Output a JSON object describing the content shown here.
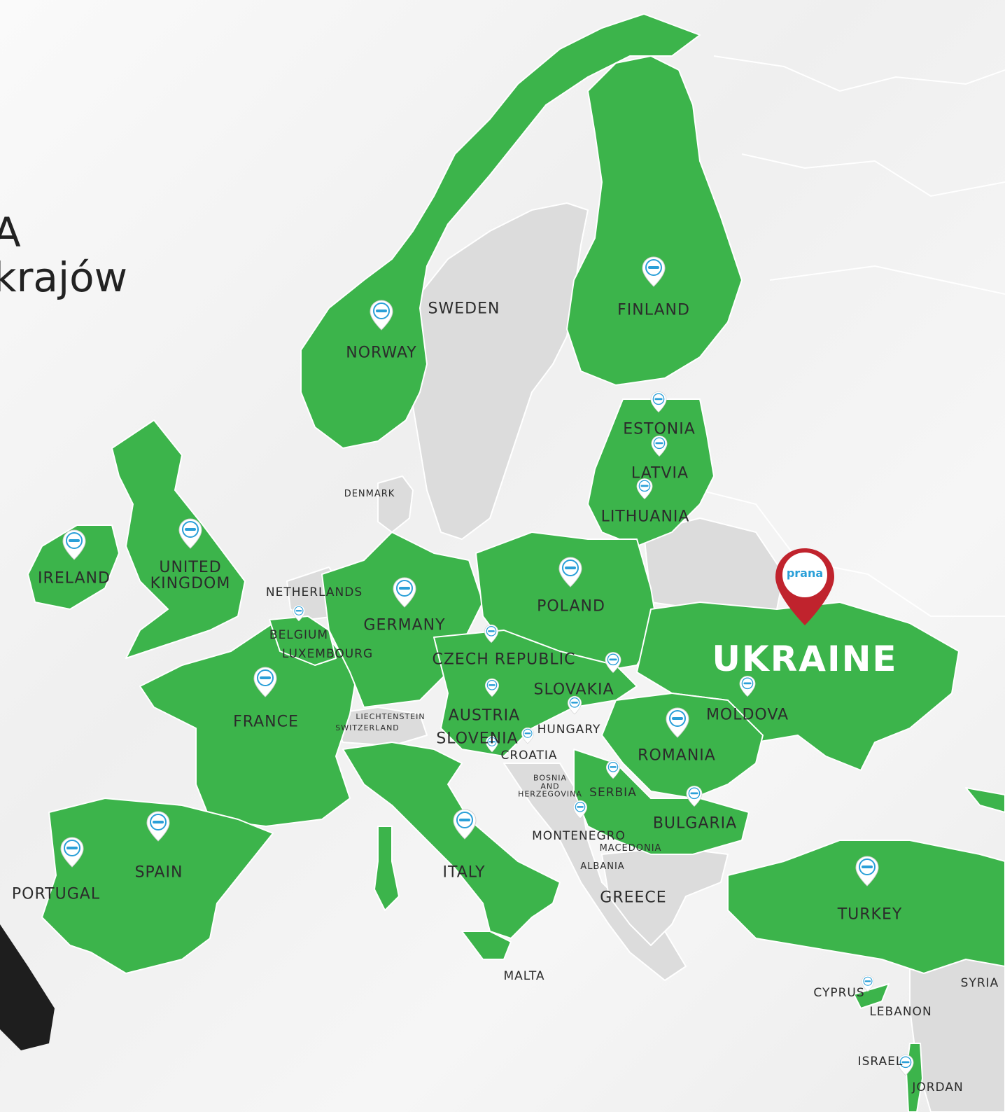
{
  "headline": {
    "line1": "A",
    "line2": "krajów"
  },
  "colors": {
    "green": "#3cb44b",
    "grey_land": "#dcdcdc",
    "pin_blue": "#2a9fd8",
    "pin_red": "#c0232d"
  },
  "brand": {
    "pin_text": "prana"
  },
  "countries": {
    "sweden": "SWEDEN",
    "finland": "FINLAND",
    "norway": "NORWAY",
    "estonia": "ESTONIA",
    "latvia": "LATVIA",
    "lithuania": "LITHUANIA",
    "denmark": "DENMARK",
    "ireland": "IRELAND",
    "uk_1": "UNITED",
    "uk_2": "KINGDOM",
    "netherlands": "NETHERLANDS",
    "germany": "GERMANY",
    "poland": "POLAND",
    "ukraine": "UKRAINE",
    "belgium": "BELGIUM",
    "luxembourg": "LUXEMBOURG",
    "czech": "CZECH REPUBLIC",
    "slovakia": "SLOVAKIA",
    "france": "FRANCE",
    "liechtenstein": "LIECHTENSTEIN",
    "switzerland": "SWITZERLAND",
    "austria": "AUSTRIA",
    "hungary": "HUNGARY",
    "moldova": "MOLDOVA",
    "slovenia": "SLOVENIA",
    "croatia": "CROATIA",
    "romania": "ROMANIA",
    "bosnia_1": "BOSNIA",
    "bosnia_2": "AND",
    "bosnia_3": "HERZEGOVINA",
    "serbia": "SERBIA",
    "bulgaria": "BULGARIA",
    "montenegro": "MONTENEGRO",
    "macedonia": "MACEDONIA",
    "albania": "ALBANIA",
    "spain": "SPAIN",
    "portugal": "PORTUGAL",
    "italy": "ITALY",
    "greece": "GREECE",
    "turkey": "TURKEY",
    "malta": "MALTA",
    "cyprus": "CYPRUS",
    "lebanon": "LEBANON",
    "syria": "SYRIA",
    "israel": "ISRAEL",
    "jordan": "JORDAN"
  }
}
